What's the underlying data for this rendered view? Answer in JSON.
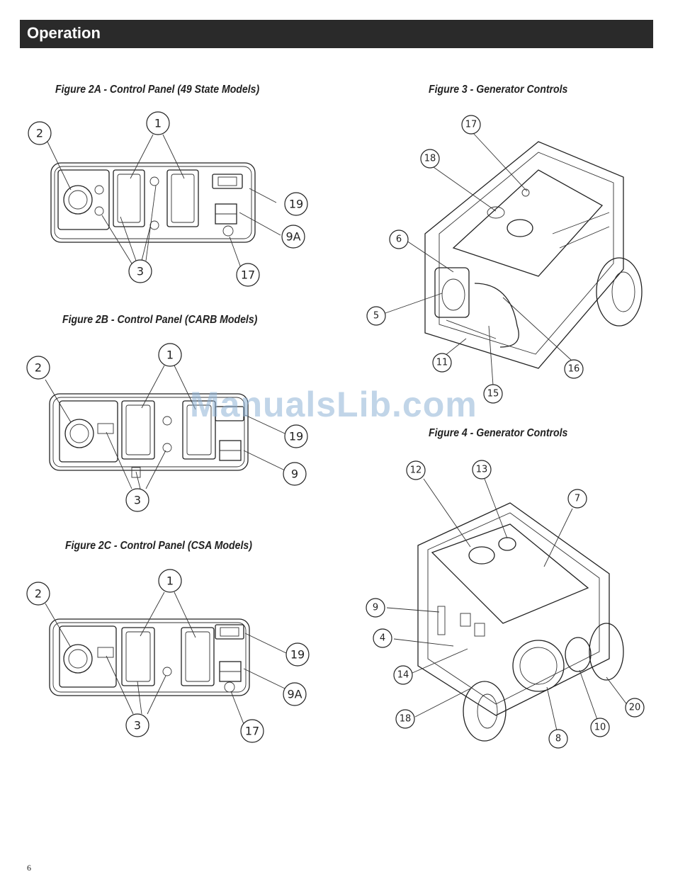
{
  "header": {
    "title": "Operation"
  },
  "figures": {
    "fig2a": {
      "title": "Figure 2A - Control Panel (49 State Models)"
    },
    "fig2b": {
      "title": "Figure 2B - Control Panel (CARB Models)"
    },
    "fig2c": {
      "title": "Figure 2C - Control Panel (CSA Models)"
    },
    "fig3": {
      "title": "Figure 3 - Generator Controls"
    },
    "fig4": {
      "title": "Figure 4 - Generator Controls"
    }
  },
  "callouts": {
    "fig2a": [
      "2",
      "1",
      "19",
      "9A",
      "3",
      "17"
    ],
    "fig2b": [
      "2",
      "1",
      "19",
      "9",
      "3"
    ],
    "fig2c": [
      "2",
      "1",
      "19",
      "9A",
      "3",
      "17"
    ],
    "fig3": [
      "17",
      "18",
      "6",
      "5",
      "11",
      "15",
      "16"
    ],
    "fig4": [
      "12",
      "13",
      "7",
      "9",
      "4",
      "14",
      "18",
      "8",
      "10",
      "20"
    ]
  },
  "watermark": "ManualsLib.com",
  "page_number": "6"
}
